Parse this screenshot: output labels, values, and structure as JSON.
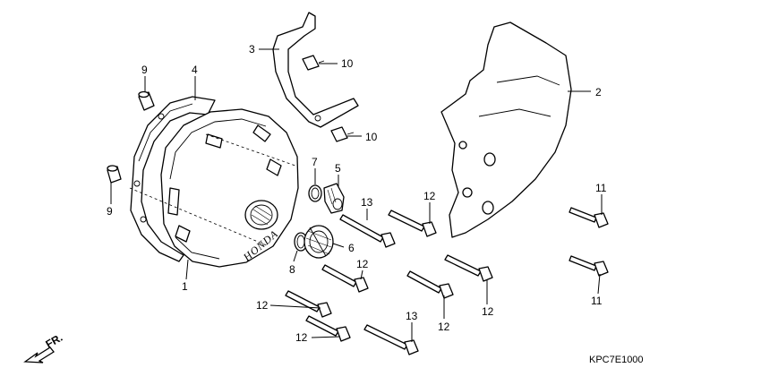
{
  "diagram_code": "KPC7E1000",
  "direction_label": "FR.",
  "callouts": {
    "c1": "1",
    "c2": "2",
    "c3": "3",
    "c4": "4",
    "c5": "5",
    "c6": "6",
    "c7": "7",
    "c8": "8",
    "c9a": "9",
    "c9b": "9",
    "c10a": "10",
    "c10b": "10",
    "c11a": "11",
    "c11b": "11",
    "c12a": "12",
    "c12b": "12",
    "c12c": "12",
    "c12d": "12",
    "c12e": "12",
    "c12f": "12",
    "c13a": "13",
    "c13b": "13"
  },
  "cover_logo": "HONDA"
}
